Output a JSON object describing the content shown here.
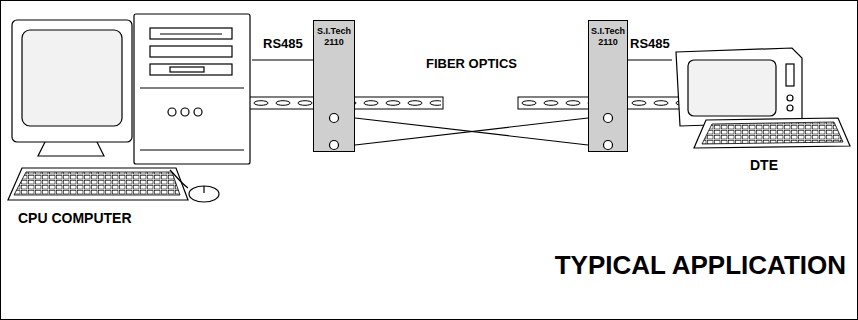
{
  "diagram": {
    "caption": "TYPICAL APPLICATION",
    "nodes": [
      {
        "text": [
          "CPU COMPUTER"
        ]
      },
      {
        "text": [
          "S.I.Tech 2110"
        ]
      },
      {
        "text": [
          "S.I.Tech 2110"
        ]
      },
      {
        "text": [
          "DTE"
        ]
      }
    ],
    "edges": [
      {
        "from": 0,
        "to": 1,
        "arrow": "none",
        "label": "RS485"
      },
      {
        "from": 1,
        "to": 2,
        "arrow": "none",
        "label": "FIBER OPTICS"
      },
      {
        "from": 1,
        "to": 2,
        "arrow": "none"
      },
      {
        "from": 2,
        "to": 3,
        "arrow": "none",
        "label": "RS485"
      }
    ]
  }
}
